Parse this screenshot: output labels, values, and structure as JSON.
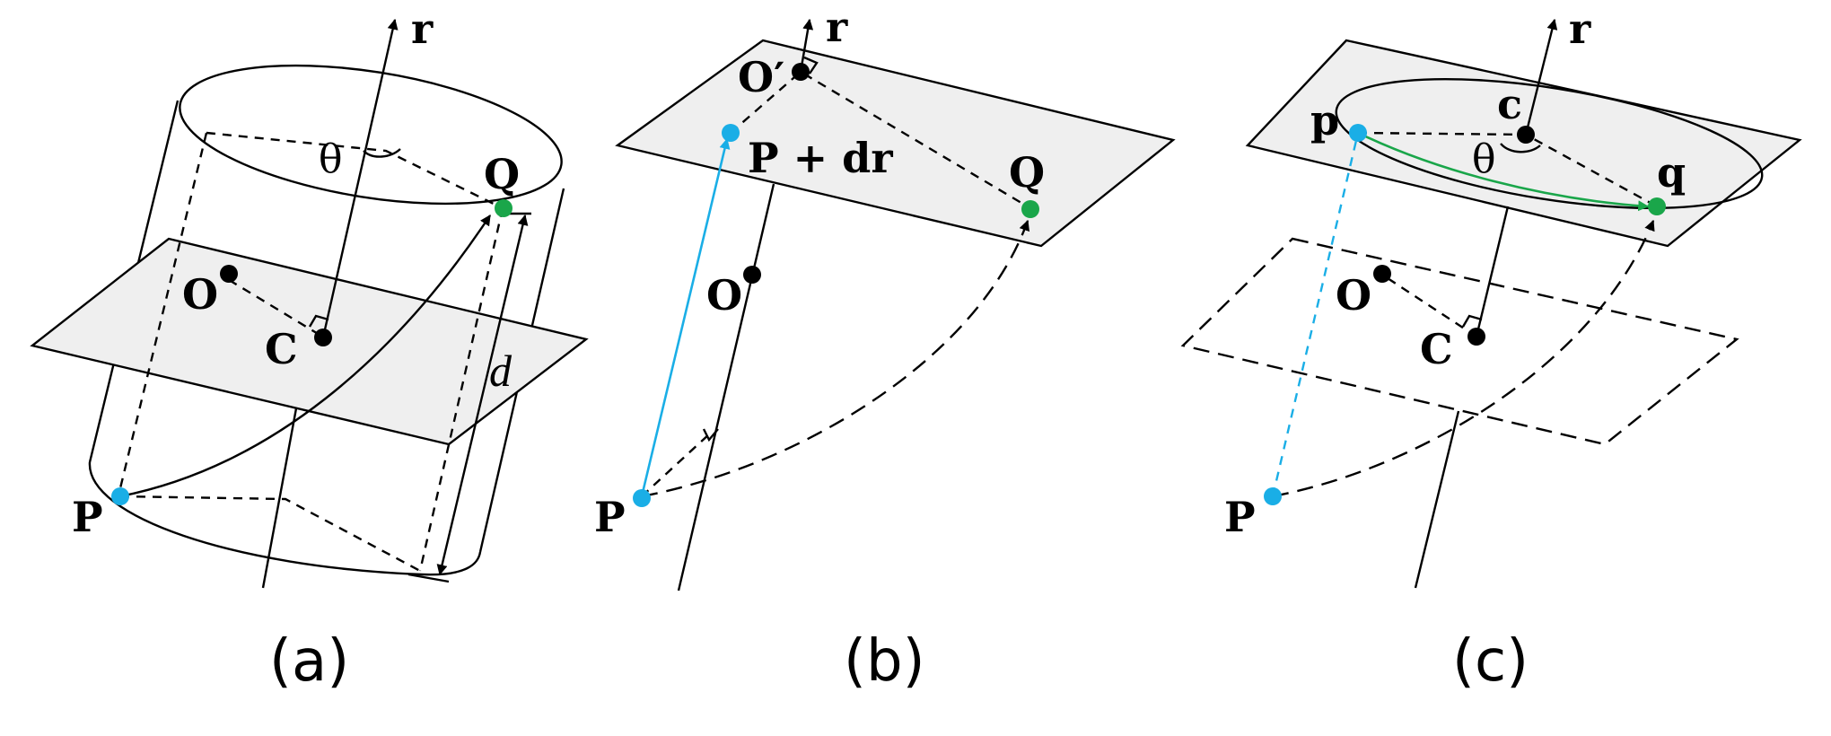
{
  "panels": [
    {
      "caption": "(a)",
      "labels": {
        "r": "r",
        "theta": "θ",
        "Q": "Q",
        "O": "O",
        "C": "C",
        "d": "d",
        "P": "P"
      }
    },
    {
      "caption": "(b)",
      "labels": {
        "r": "r",
        "O_prime": "O′",
        "P_dr": "P + dr",
        "Q": "Q",
        "O": "O",
        "P": "P"
      }
    },
    {
      "caption": "(c)",
      "labels": {
        "r": "r",
        "p": "p",
        "c": "c",
        "theta": "θ",
        "q": "q",
        "O": "O",
        "C": "C",
        "P": "P"
      }
    }
  ],
  "colors": {
    "blue": "#1aaee6",
    "green": "#1aa64a",
    "plane": "#efefef",
    "ink": "#000000"
  }
}
